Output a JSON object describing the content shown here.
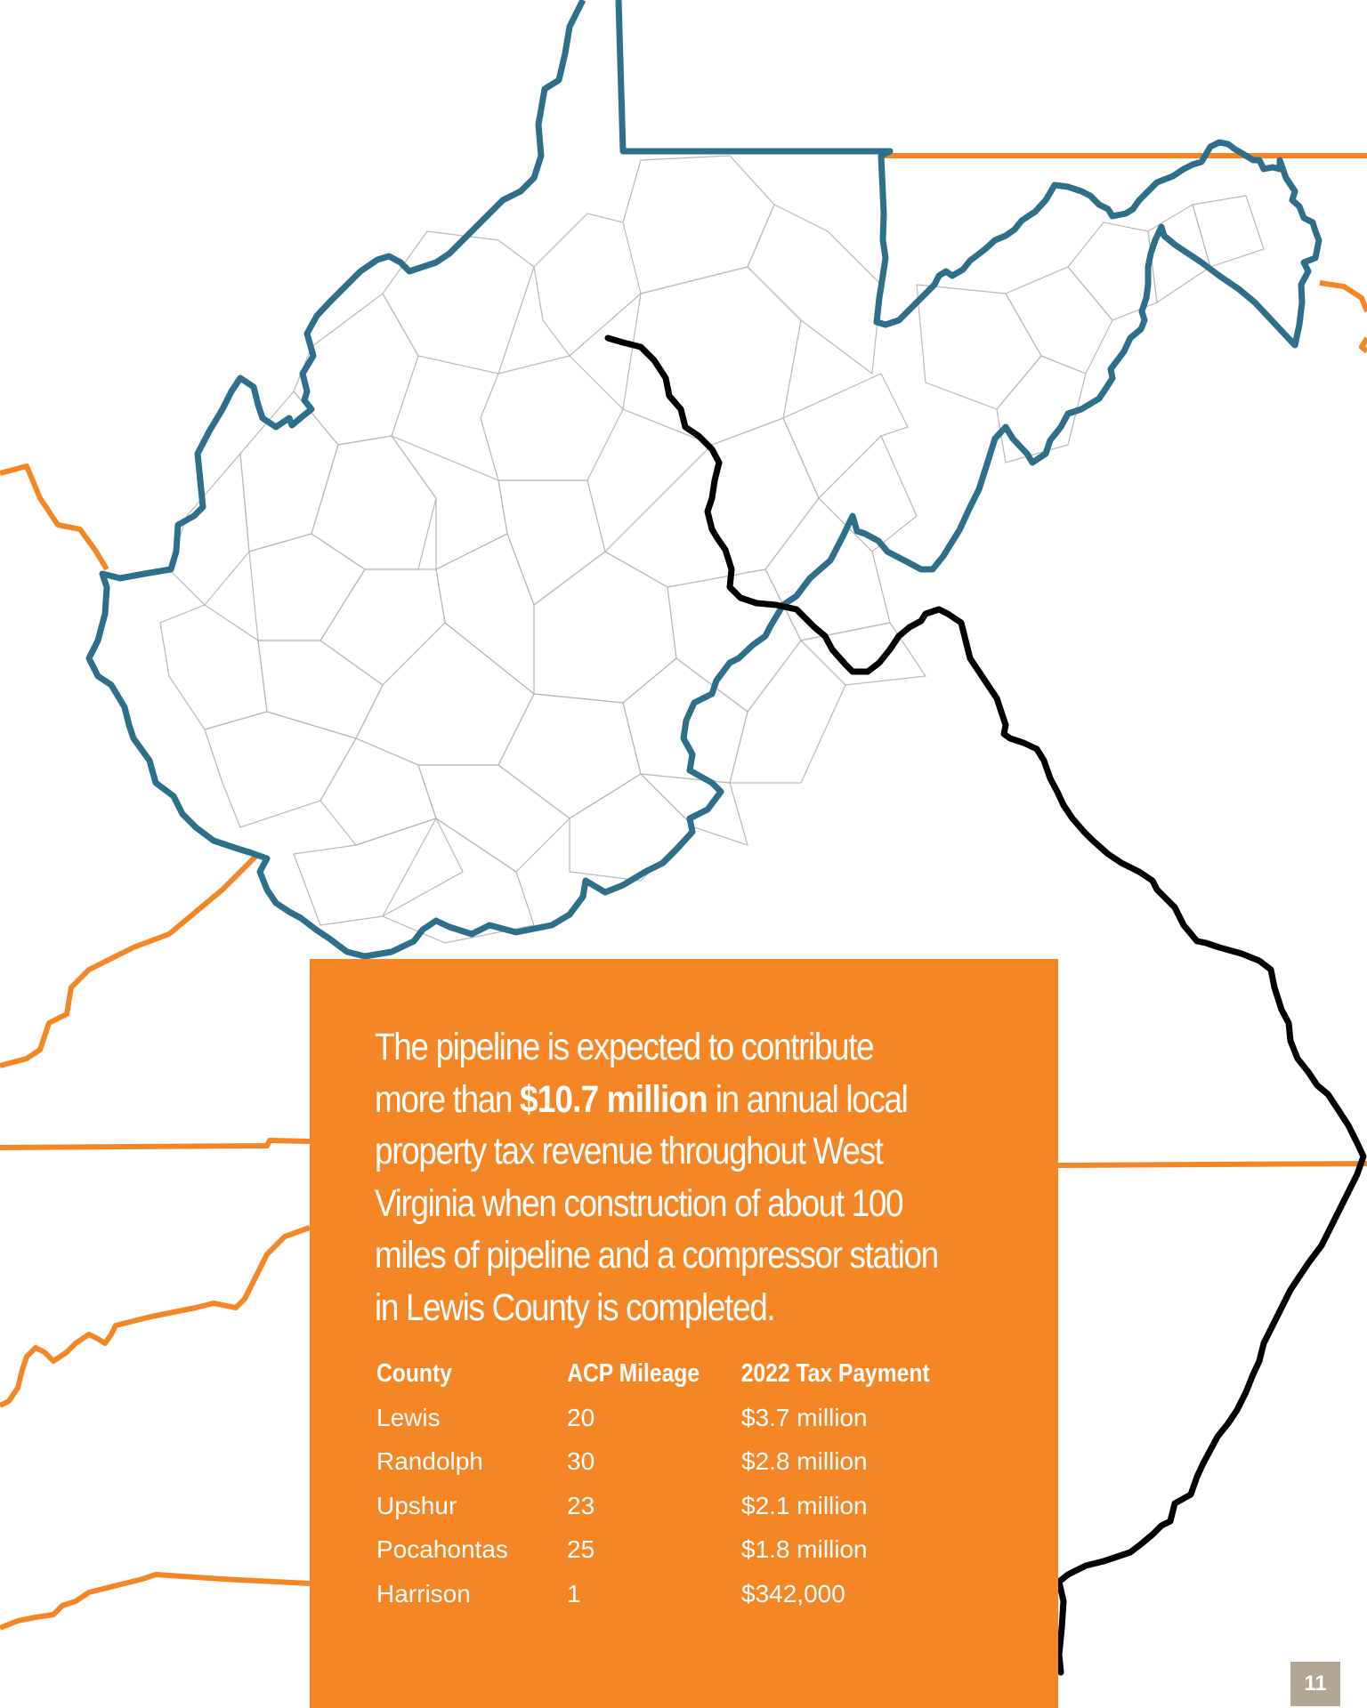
{
  "colors": {
    "state_border": "#2e6f8b",
    "neighbor_border": "#f48625",
    "pipeline": "#000000",
    "county_lines": "#b9b9b9",
    "panel_bg": "#f48625",
    "page_badge": "#b2a695"
  },
  "callout": {
    "before": "The pipeline is expected to contribute more than ",
    "highlight": "$10.7 million",
    "after": " in annual local property tax revenue throughout West Virginia when construction of about 100 miles of pipeline and a compressor station in Lewis County is completed."
  },
  "table": {
    "headers": [
      "County",
      "ACP Mileage",
      "2022 Tax Payment"
    ],
    "rows": [
      [
        "Lewis",
        "20",
        "$3.7 million"
      ],
      [
        "Randolph",
        "30",
        "$2.8 million"
      ],
      [
        "Upshur",
        "23",
        "$2.1 million"
      ],
      [
        "Pocahontas",
        "25",
        "$1.8 million"
      ],
      [
        "Harrison",
        "1",
        "$342,000"
      ]
    ]
  },
  "page_number": "11"
}
